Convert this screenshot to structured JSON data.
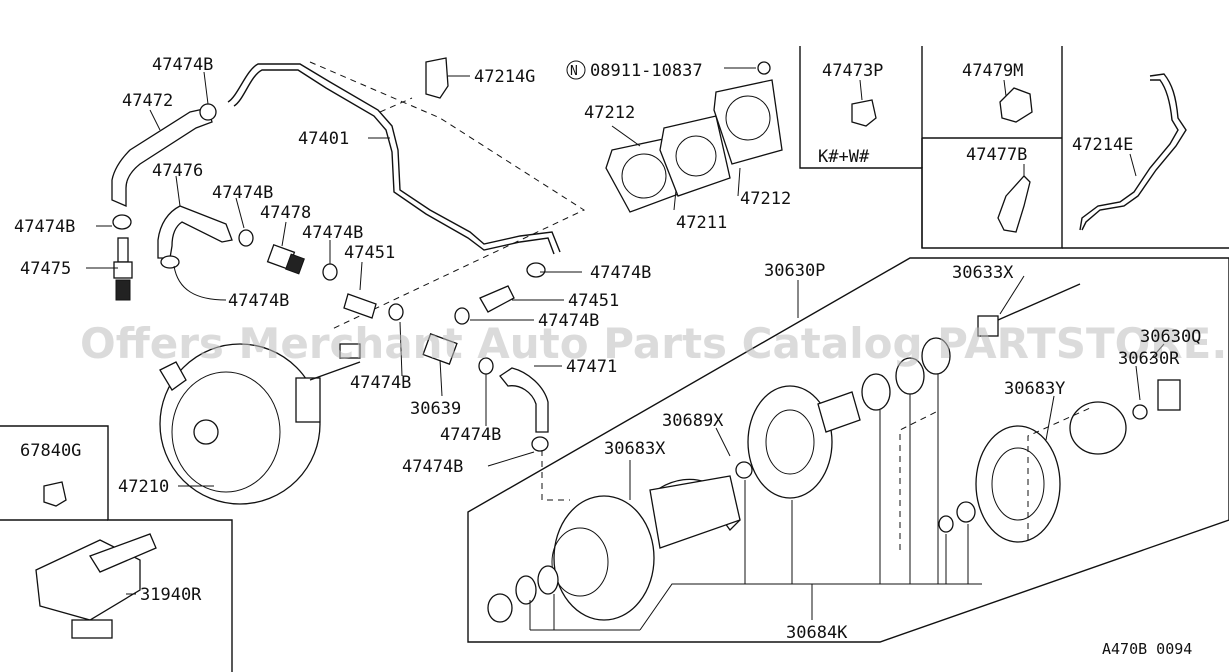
{
  "parts": {
    "p47474B_a": "47474B",
    "p47472": "47472",
    "p47214G": "47214G",
    "p08911": "08911-10837",
    "p08911_prefix": "N",
    "p47473P": "47473P",
    "p47479M": "47479M",
    "p47212_a": "47212",
    "p47401": "47401",
    "p47476": "47476",
    "p47474B_b": "47474B",
    "p47478": "47478",
    "p47474B_c": "47474B",
    "p47474B_d": "47474B",
    "p47475": "47475",
    "p47451_a": "47451",
    "p47211": "47211",
    "p47212_b": "47212",
    "pKW": "K#+W#",
    "p47477B": "47477B",
    "p47214E": "47214E",
    "p30630P": "30630P",
    "p30633X": "30633X",
    "p47474B_e": "47474B",
    "p47474B_f": "47474B",
    "p47451_b": "47451",
    "p47474B_g": "47474B",
    "p30630Q": "30630Q",
    "p30630R": "30630R",
    "p47471": "47471",
    "p47474B_h": "47474B",
    "p30639": "30639",
    "p30683Y": "30683Y",
    "p30689X": "30689X",
    "p67840G": "67840G",
    "p47474B_i": "47474B",
    "p30683X": "30683X",
    "p47474B_j": "47474B",
    "p47210": "47210",
    "p31940R": "31940R",
    "p30684K": "30684K",
    "code": "A470B 0094"
  },
  "watermark": "Offers Merchant Auto Parts Catalog PARTSTORE.SA"
}
